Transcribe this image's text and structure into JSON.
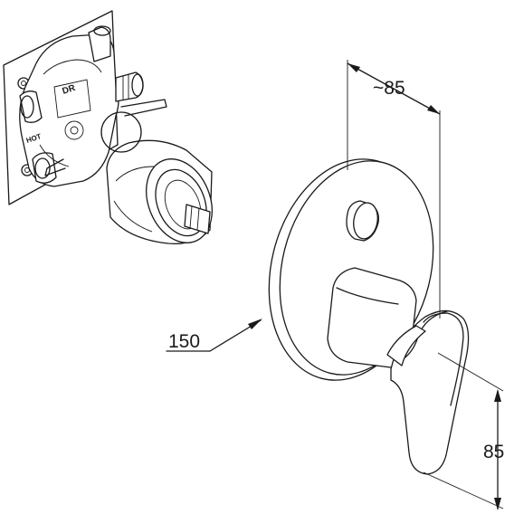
{
  "dimensions": {
    "depth_label": "~85",
    "diameter_label": "150",
    "height_label": "85"
  },
  "body_markings": {
    "dr_label": "DR",
    "hot_label": "HOT"
  },
  "colors": {
    "line": "#1a1a1a",
    "background": "#ffffff"
  }
}
